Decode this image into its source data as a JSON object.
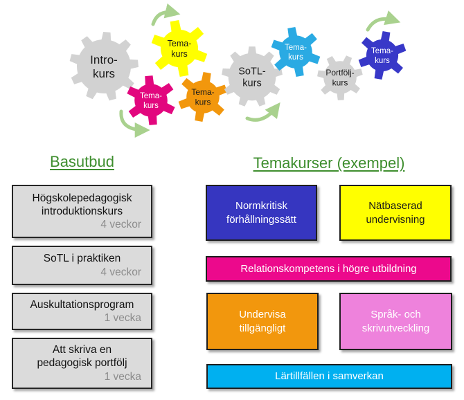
{
  "colors": {
    "background": "#FFFFFF",
    "title_green": "#3E8E2E",
    "arrow_green": "#A9D18E",
    "gear_gray": "#D2D2D2",
    "gray_box_fill": "#DBDBDB",
    "box_border": "#262626",
    "duration_text": "#8C8C8C",
    "course_text": "#111111"
  },
  "gear_diagram": {
    "arrow_icon": "curved-flow-arrow",
    "gears": [
      {
        "id": "intro-kurs",
        "label_lines": [
          "Intro-",
          "kurs"
        ],
        "color": "#D2D2D2",
        "text_color": "#1A1A1A"
      },
      {
        "id": "tema-kurs-yellow",
        "label_lines": [
          "Tema-",
          "kurs"
        ],
        "color": "#FFFF00",
        "text_color": "#1A1A1A"
      },
      {
        "id": "tema-kurs-magenta",
        "label_lines": [
          "Tema-",
          "kurs"
        ],
        "color": "#E2077E",
        "text_color": "#FFFFFF"
      },
      {
        "id": "tema-kurs-orange",
        "label_lines": [
          "Tema-",
          "kurs"
        ],
        "color": "#F2970D",
        "text_color": "#1A1A1A"
      },
      {
        "id": "sotl-kurs",
        "label_lines": [
          "SoTL-",
          "kurs"
        ],
        "color": "#D2D2D2",
        "text_color": "#1A1A1A"
      },
      {
        "id": "tema-kurs-cyan",
        "label_lines": [
          "Tema-",
          "kurs"
        ],
        "color": "#2AAAE3",
        "text_color": "#FFFFFF"
      },
      {
        "id": "portfolj-kurs",
        "label_lines": [
          "Portfölj-",
          "kurs"
        ],
        "color": "#D2D2D2",
        "text_color": "#1A1A1A"
      },
      {
        "id": "tema-kurs-blue",
        "label_lines": [
          "Tema-",
          "kurs"
        ],
        "color": "#3838C8",
        "text_color": "#FFFFFF"
      }
    ]
  },
  "left_column": {
    "title": "Basutbud",
    "boxes": [
      {
        "title_lines": [
          "Högskolepedagogisk",
          "introduktionskurs"
        ],
        "duration": "4 veckor"
      },
      {
        "title_lines": [
          "SoTL i praktiken"
        ],
        "duration": "4 veckor"
      },
      {
        "title_lines": [
          "Auskultationsprogram"
        ],
        "duration": "1 vecka"
      },
      {
        "title_lines": [
          "Att skriva en",
          "pedagogisk portfölj"
        ],
        "duration": "1 vecka"
      }
    ]
  },
  "right_column": {
    "title": "Temakurser (exempel)",
    "boxes": [
      {
        "label_lines": [
          "Normkritisk",
          "förhållningssätt"
        ],
        "color": "#3636C0",
        "text_color": "#FFFFFF"
      },
      {
        "label_lines": [
          "Nätbaserad",
          "undervisning"
        ],
        "color": "#FFFF00",
        "text_color": "#1A1A1A"
      },
      {
        "label_lines": [
          "Relationskompetens i högre utbildning"
        ],
        "color": "#EC098C",
        "text_color": "#FFFFFF"
      },
      {
        "label_lines": [
          "Undervisa",
          "tillgängligt"
        ],
        "color": "#F2970D",
        "text_color": "#FFFFFF"
      },
      {
        "label_lines": [
          "Språk- och",
          "skrivutveckling"
        ],
        "color": "#EE82DC",
        "text_color": "#FFFFFF"
      },
      {
        "label_lines": [
          "Lärtillfällen i samverkan"
        ],
        "color": "#00B0F0",
        "text_color": "#FFFFFF"
      }
    ]
  }
}
